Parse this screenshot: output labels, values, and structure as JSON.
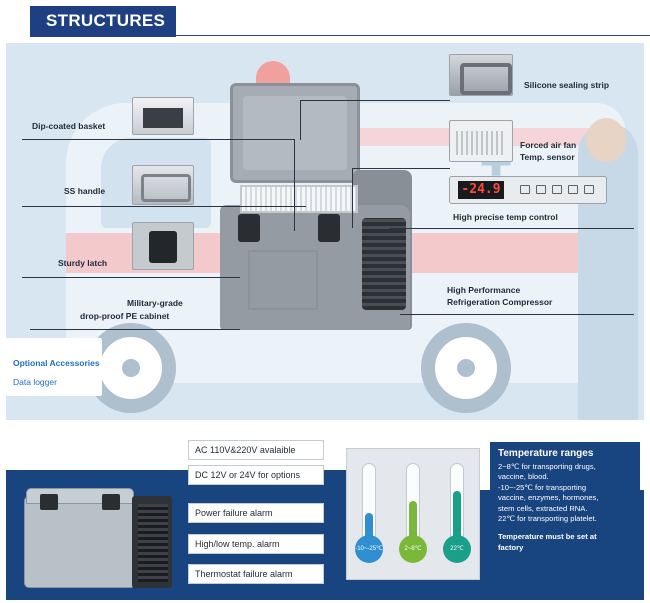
{
  "header": {
    "title": "STRUCTURES"
  },
  "structure": {
    "labels": {
      "basket": "Dip-coated basket",
      "handle": "SS handle",
      "latch": "Sturdy latch",
      "cabinet_line1": "Military-grade",
      "cabinet_line2": "drop-proof PE cabinet",
      "seal": "Silicone sealing strip",
      "fan": "Forced air fan",
      "sensor": "Temp. sensor",
      "temp_control": "High precise temp control",
      "compressor_line1": "High Performance",
      "compressor_line2": "Refrigeration Compressor"
    },
    "display_reading": "-24.9",
    "accessories": {
      "title": "Optional Accessories",
      "item": "Data logger"
    }
  },
  "features": {
    "power": [
      "AC 110V&220V avalaible",
      "DC 12V or 24V for options"
    ],
    "alarms": [
      "Power failure alarm",
      "High/low temp. alarm",
      "Thermostat failure alarm"
    ]
  },
  "thermometers": [
    {
      "label": "-10~-25℃",
      "color": "#2f8fd0"
    },
    {
      "label": "2~8℃",
      "color": "#7ab83a"
    },
    {
      "label": "22℃",
      "color": "#1aa08a"
    }
  ],
  "temperature_ranges": {
    "title": "Temperature ranges",
    "lines": [
      "2~8℃ for transporting drugs,",
      "vaccine, blood.",
      "-10~-25℃ for transporting",
      "vaccine, enzymes, hormones,",
      "stem cells, extracted RNA.",
      "22℃ for transporting platelet."
    ],
    "note_line1": "Temperature must be set at",
    "note_line2": "factory"
  },
  "colors": {
    "brand_navy": "#1f3f83",
    "band_blue": "#18447f",
    "scene_bg": "#d7e6f1",
    "accessory_text": "#1f6fc2"
  }
}
